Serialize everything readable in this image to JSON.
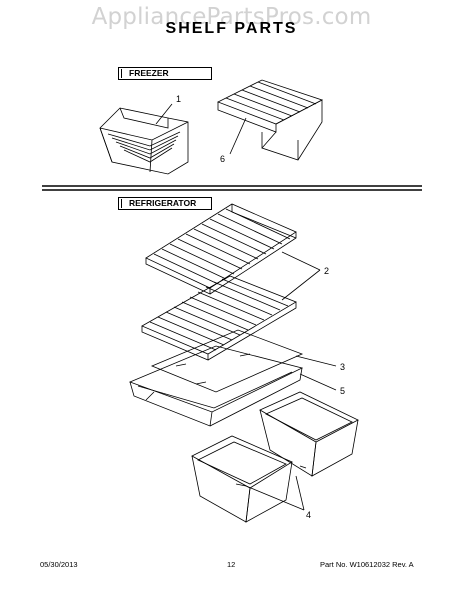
{
  "watermark": "AppliancePartsPros.com",
  "title": "SHELF PARTS",
  "sections": {
    "freezer": "FREEZER",
    "refrigerator": "REFRIGERATOR"
  },
  "callouts": {
    "c1": "1",
    "c6": "6",
    "c2": "2",
    "c3": "3",
    "c5": "5",
    "c4": "4"
  },
  "footer": {
    "date": "05/30/2013",
    "page": "12",
    "part": "Part No. W10612032  Rev. A"
  }
}
